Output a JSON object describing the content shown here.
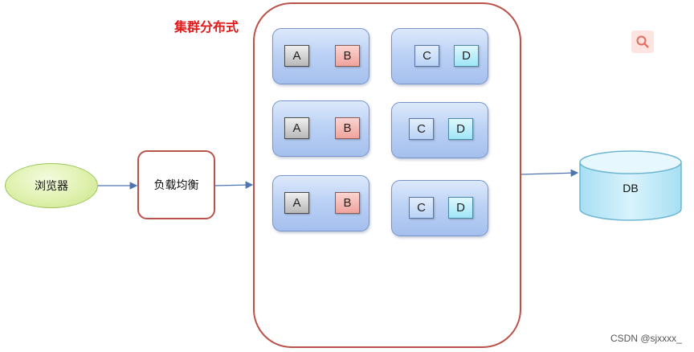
{
  "diagram": {
    "title": "集群分布式",
    "browser_label": "浏览器",
    "load_balancer_label": "负载均衡",
    "database_label": "DB",
    "nodes": [
      {
        "services": [
          "A",
          "B"
        ]
      },
      {
        "services": [
          "C",
          "D"
        ]
      },
      {
        "services": [
          "A",
          "B"
        ]
      },
      {
        "services": [
          "C",
          "D"
        ]
      },
      {
        "services": [
          "A",
          "B"
        ]
      },
      {
        "services": [
          "C",
          "D"
        ]
      }
    ]
  },
  "watermark": "CSDN @sjxxxx_",
  "icons": {
    "search": "search-icon"
  },
  "colors": {
    "title": "#e01b1b",
    "container_border": "#b9524a",
    "arrow": "#4f74b0",
    "browser_fill": "#dff1ad",
    "db_fill": "#bfe9f7",
    "node_fill": "#bcd2f5"
  }
}
